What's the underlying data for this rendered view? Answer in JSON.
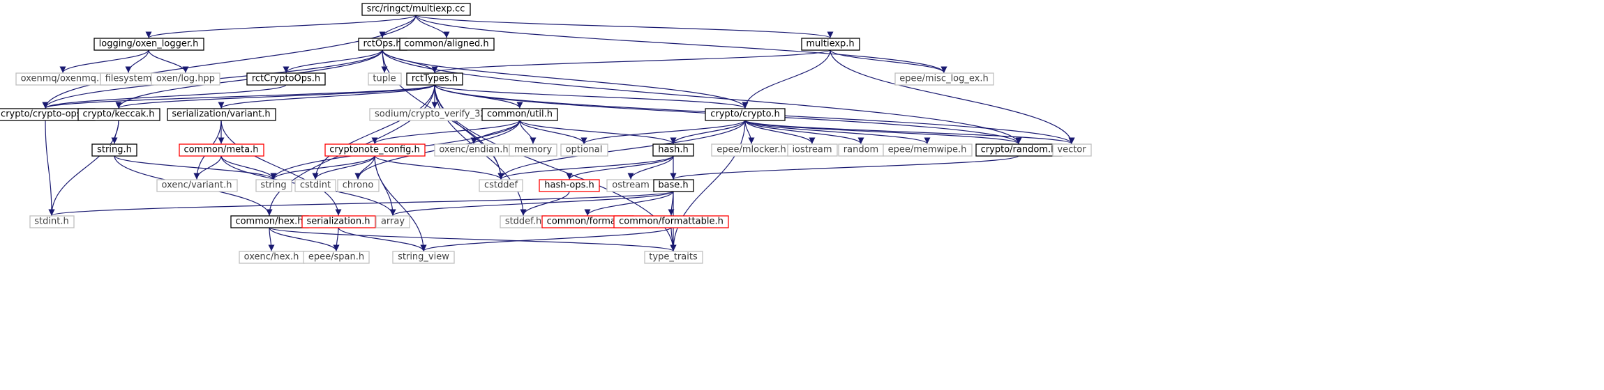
{
  "colors": {
    "edge": "#191970",
    "root_fill": "#bfbfbf",
    "border_black": "#000000",
    "border_red": "#ff0000",
    "border_gray": "#bfbfbf",
    "text": "#000000",
    "text_gray": "#404040"
  },
  "nodes": [
    {
      "id": "root",
      "label": "src/ringct/multiexp.cc",
      "style": "root"
    },
    {
      "id": "logger",
      "label": "logging/oxen_logger.h",
      "style": "black"
    },
    {
      "id": "rctops",
      "label": "rctOps.h",
      "style": "black"
    },
    {
      "id": "aligned",
      "label": "common/aligned.h",
      "style": "black"
    },
    {
      "id": "multiexp",
      "label": "multiexp.h",
      "style": "black"
    },
    {
      "id": "oxenmq",
      "label": "oxenmq/oxenmq.h",
      "style": "gray"
    },
    {
      "id": "filesystem",
      "label": "filesystem",
      "style": "gray"
    },
    {
      "id": "oxenlog",
      "label": "oxen/log.hpp",
      "style": "gray"
    },
    {
      "id": "rctcryptoops",
      "label": "rctCryptoOps.h",
      "style": "black"
    },
    {
      "id": "tuple",
      "label": "tuple",
      "style": "gray"
    },
    {
      "id": "rcttypes",
      "label": "rctTypes.h",
      "style": "black"
    },
    {
      "id": "misclog",
      "label": "epee/misc_log_ex.h",
      "style": "gray"
    },
    {
      "id": "cryptoops",
      "label": "crypto/crypto-ops.h",
      "style": "black"
    },
    {
      "id": "keccak",
      "label": "crypto/keccak.h",
      "style": "black"
    },
    {
      "id": "servariant",
      "label": "serialization/variant.h",
      "style": "black"
    },
    {
      "id": "sodium",
      "label": "sodium/crypto_verify_32.h",
      "style": "gray"
    },
    {
      "id": "util",
      "label": "common/util.h",
      "style": "black"
    },
    {
      "id": "crypto",
      "label": "crypto/crypto.h",
      "style": "black"
    },
    {
      "id": "random",
      "label": "crypto/random.h",
      "style": "black"
    },
    {
      "id": "vector",
      "label": "vector",
      "style": "gray"
    },
    {
      "id": "stringh",
      "label": "string.h",
      "style": "black"
    },
    {
      "id": "meta",
      "label": "common/meta.h",
      "style": "red"
    },
    {
      "id": "cnconfig",
      "label": "cryptonote_config.h",
      "style": "red"
    },
    {
      "id": "endian",
      "label": "oxenc/endian.h",
      "style": "gray"
    },
    {
      "id": "memory",
      "label": "memory",
      "style": "gray"
    },
    {
      "id": "optional",
      "label": "optional",
      "style": "gray"
    },
    {
      "id": "hashh",
      "label": "hash.h",
      "style": "black"
    },
    {
      "id": "mlocker",
      "label": "epee/mlocker.h",
      "style": "gray"
    },
    {
      "id": "iostream",
      "label": "iostream",
      "style": "gray"
    },
    {
      "id": "randomstd",
      "label": "random",
      "style": "gray"
    },
    {
      "id": "memwipe",
      "label": "epee/memwipe.h",
      "style": "gray"
    },
    {
      "id": "oxvariant",
      "label": "oxenc/variant.h",
      "style": "gray"
    },
    {
      "id": "string",
      "label": "string",
      "style": "gray"
    },
    {
      "id": "cstdint",
      "label": "cstdint",
      "style": "gray"
    },
    {
      "id": "chrono",
      "label": "chrono",
      "style": "gray"
    },
    {
      "id": "cstddef",
      "label": "cstddef",
      "style": "gray"
    },
    {
      "id": "hashops",
      "label": "hash-ops.h",
      "style": "red"
    },
    {
      "id": "ostream",
      "label": "ostream",
      "style": "gray"
    },
    {
      "id": "baseh",
      "label": "base.h",
      "style": "black"
    },
    {
      "id": "stdint",
      "label": "stdint.h",
      "style": "gray"
    },
    {
      "id": "hexh",
      "label": "common/hex.h",
      "style": "black"
    },
    {
      "id": "serh",
      "label": "serialization.h",
      "style": "red"
    },
    {
      "id": "array",
      "label": "array",
      "style": "gray"
    },
    {
      "id": "stddef",
      "label": "stddef.h",
      "style": "gray"
    },
    {
      "id": "format",
      "label": "common/format.h",
      "style": "red"
    },
    {
      "id": "formattable",
      "label": "common/formattable.h",
      "style": "red"
    },
    {
      "id": "oxhex",
      "label": "oxenc/hex.h",
      "style": "gray"
    },
    {
      "id": "span",
      "label": "epee/span.h",
      "style": "gray"
    },
    {
      "id": "stringview",
      "label": "string_view",
      "style": "gray"
    },
    {
      "id": "typetraits",
      "label": "type_traits",
      "style": "gray"
    }
  ],
  "edges": [
    [
      "root",
      "logger"
    ],
    [
      "root",
      "rctops"
    ],
    [
      "root",
      "aligned"
    ],
    [
      "root",
      "multiexp"
    ],
    [
      "root",
      "cryptoops"
    ],
    [
      "root",
      "misclog"
    ],
    [
      "logger",
      "oxenmq"
    ],
    [
      "logger",
      "filesystem"
    ],
    [
      "logger",
      "oxenlog"
    ],
    [
      "rctops",
      "rctcryptoops"
    ],
    [
      "rctops",
      "tuple"
    ],
    [
      "rctops",
      "rcttypes"
    ],
    [
      "rctops",
      "cryptoops"
    ],
    [
      "rctops",
      "keccak"
    ],
    [
      "rctops",
      "crypto"
    ],
    [
      "rctops",
      "random"
    ],
    [
      "rctops",
      "cstddef"
    ],
    [
      "multiexp",
      "rcttypes"
    ],
    [
      "multiexp",
      "misclog"
    ],
    [
      "multiexp",
      "crypto"
    ],
    [
      "multiexp",
      "vector"
    ],
    [
      "rctcryptoops",
      "cryptoops"
    ],
    [
      "rcttypes",
      "cryptoops"
    ],
    [
      "rcttypes",
      "keccak"
    ],
    [
      "rcttypes",
      "servariant"
    ],
    [
      "rcttypes",
      "sodium"
    ],
    [
      "rcttypes",
      "util"
    ],
    [
      "rcttypes",
      "crypto"
    ],
    [
      "rcttypes",
      "random"
    ],
    [
      "rcttypes",
      "vector"
    ],
    [
      "rcttypes",
      "cstdint"
    ],
    [
      "rcttypes",
      "cstddef"
    ],
    [
      "rcttypes",
      "typetraits"
    ],
    [
      "rcttypes",
      "hexh"
    ],
    [
      "rcttypes",
      "stddef"
    ],
    [
      "cryptoops",
      "stdint"
    ],
    [
      "keccak",
      "stringh"
    ],
    [
      "keccak",
      "stdint"
    ],
    [
      "servariant",
      "meta"
    ],
    [
      "servariant",
      "oxvariant"
    ],
    [
      "servariant",
      "serh"
    ],
    [
      "util",
      "cnconfig"
    ],
    [
      "util",
      "endian"
    ],
    [
      "util",
      "memory"
    ],
    [
      "util",
      "optional"
    ],
    [
      "util",
      "hashh"
    ],
    [
      "util",
      "string"
    ],
    [
      "util",
      "chrono"
    ],
    [
      "crypto",
      "optional"
    ],
    [
      "crypto",
      "hashh"
    ],
    [
      "crypto",
      "mlocker"
    ],
    [
      "crypto",
      "iostream"
    ],
    [
      "crypto",
      "randomstd"
    ],
    [
      "crypto",
      "memwipe"
    ],
    [
      "crypto",
      "random"
    ],
    [
      "crypto",
      "vector"
    ],
    [
      "crypto",
      "cstddef"
    ],
    [
      "crypto",
      "typetraits"
    ],
    [
      "random",
      "baseh"
    ],
    [
      "stringh",
      "string"
    ],
    [
      "stringh",
      "hexh"
    ],
    [
      "meta",
      "oxvariant"
    ],
    [
      "meta",
      "string"
    ],
    [
      "meta",
      "array"
    ],
    [
      "cnconfig",
      "string"
    ],
    [
      "cnconfig",
      "cstdint"
    ],
    [
      "cnconfig",
      "chrono"
    ],
    [
      "cnconfig",
      "cstddef"
    ],
    [
      "cnconfig",
      "array"
    ],
    [
      "cnconfig",
      "stringview"
    ],
    [
      "hashh",
      "hashops"
    ],
    [
      "hashh",
      "ostream"
    ],
    [
      "hashh",
      "baseh"
    ],
    [
      "hashh",
      "cstddef"
    ],
    [
      "hashops",
      "stddef"
    ],
    [
      "baseh",
      "stdint"
    ],
    [
      "baseh",
      "array"
    ],
    [
      "baseh",
      "format"
    ],
    [
      "baseh",
      "formattable"
    ],
    [
      "baseh",
      "typetraits"
    ],
    [
      "hexh",
      "oxhex"
    ],
    [
      "hexh",
      "span"
    ],
    [
      "hexh",
      "typetraits"
    ],
    [
      "serh",
      "span"
    ],
    [
      "serh",
      "stringview"
    ],
    [
      "formattable",
      "stringview"
    ],
    [
      "formattable",
      "typetraits"
    ]
  ]
}
